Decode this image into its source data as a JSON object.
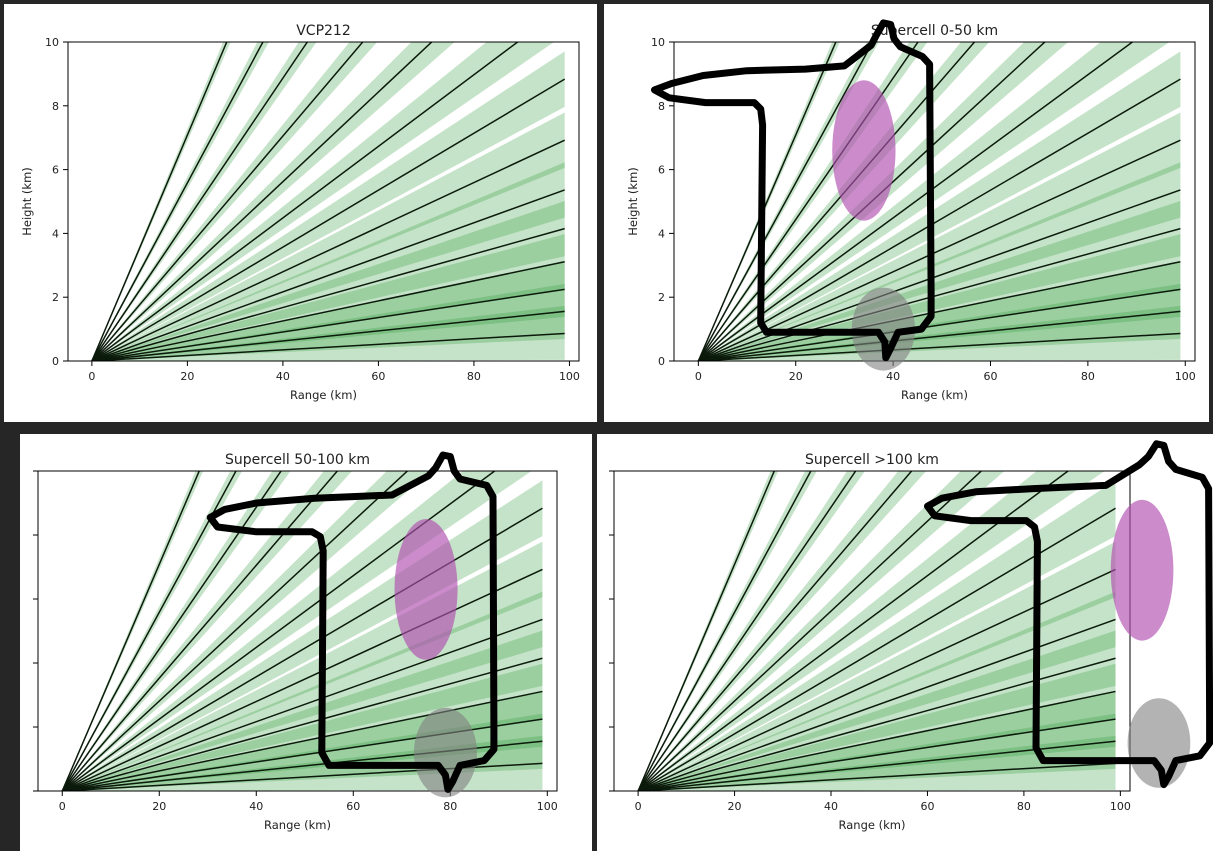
{
  "chart_data": [
    {
      "type": "line",
      "title": "VCP212",
      "xlabel": "Range (km)",
      "ylabel": "Height (km)",
      "xlim": [
        -5,
        102
      ],
      "ylim": [
        0,
        10
      ],
      "xticks": [
        "0",
        "20",
        "40",
        "60",
        "80",
        "100"
      ],
      "yticks": [
        "0",
        "2",
        "4",
        "6",
        "8",
        "10"
      ],
      "beam_tilts_deg": [
        0.5,
        0.9,
        1.3,
        1.8,
        2.4,
        3.1,
        4.0,
        5.1,
        6.4,
        8.0,
        10.0,
        12.5,
        15.6,
        19.5
      ],
      "max_range_km": 99,
      "shading_color": "#2e9a3a",
      "beam_line_color": "#0b1a0b",
      "overlays": []
    },
    {
      "type": "line",
      "title": "Supercell 0-50 km",
      "xlabel": "Range (km)",
      "ylabel": "Height (km)",
      "xlim": [
        -5,
        102
      ],
      "ylim": [
        0,
        10
      ],
      "xticks": [
        "0",
        "20",
        "40",
        "60",
        "80",
        "100"
      ],
      "yticks": [
        "0",
        "2",
        "4",
        "6",
        "8",
        "10"
      ],
      "beam_tilts_deg": [
        0.5,
        0.9,
        1.3,
        1.8,
        2.4,
        3.1,
        4.0,
        5.1,
        6.4,
        8.0,
        10.0,
        12.5,
        15.6,
        19.5
      ],
      "max_range_km": 99,
      "shading_color": "#2e9a3a",
      "beam_line_color": "#0b1a0b",
      "overlays": [
        "supercell-outline",
        "mesocyclone",
        "low-level-rotation"
      ]
    },
    {
      "type": "line",
      "title": "Supercell 50-100 km",
      "xlabel": "Range (km)",
      "ylabel": "",
      "xlim": [
        -5,
        102
      ],
      "ylim": [
        0,
        10
      ],
      "xticks": [
        "0",
        "20",
        "40",
        "60",
        "80",
        "100"
      ],
      "yticks": [],
      "beam_tilts_deg": [
        0.5,
        0.9,
        1.3,
        1.8,
        2.4,
        3.1,
        4.0,
        5.1,
        6.4,
        8.0,
        10.0,
        12.5,
        15.6,
        19.5
      ],
      "max_range_km": 99,
      "shading_color": "#2e9a3a",
      "beam_line_color": "#0b1a0b",
      "overlays": [
        "supercell-outline",
        "mesocyclone",
        "low-level-rotation"
      ]
    },
    {
      "type": "line",
      "title": "Supercell >100 km",
      "xlabel": "Range (km)",
      "ylabel": "",
      "xlim": [
        -5,
        102
      ],
      "ylim": [
        0,
        10
      ],
      "xticks": [
        "0",
        "20",
        "40",
        "60",
        "80",
        "100"
      ],
      "yticks": [],
      "beam_tilts_deg": [
        0.5,
        0.9,
        1.3,
        1.8,
        2.4,
        3.1,
        4.0,
        5.1,
        6.4,
        8.0,
        10.0,
        12.5,
        15.6,
        19.5
      ],
      "max_range_km": 99,
      "shading_color": "#2e9a3a",
      "beam_line_color": "#0b1a0b",
      "overlays": [
        "supercell-outline",
        "mesocyclone",
        "low-level-rotation"
      ]
    }
  ],
  "colors": {
    "background": "#262626",
    "panel": "#ffffff",
    "mesocyclone": "#b04fb0",
    "low_level_rotation": "#808080",
    "outline": "#000000"
  }
}
